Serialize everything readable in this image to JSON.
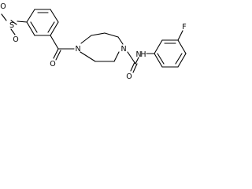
{
  "molecule": {
    "atoms": {
      "sulfonyl_o1": "O",
      "sulfonyl_s": "S",
      "sulfonyl_o2": "O",
      "carbonyl_o_left": "O",
      "ring_n_left": "N",
      "ring_n_right": "N",
      "amide_nh": "N",
      "amide_h": "H",
      "carbonyl_o_right": "O",
      "fluorine": "F"
    }
  }
}
